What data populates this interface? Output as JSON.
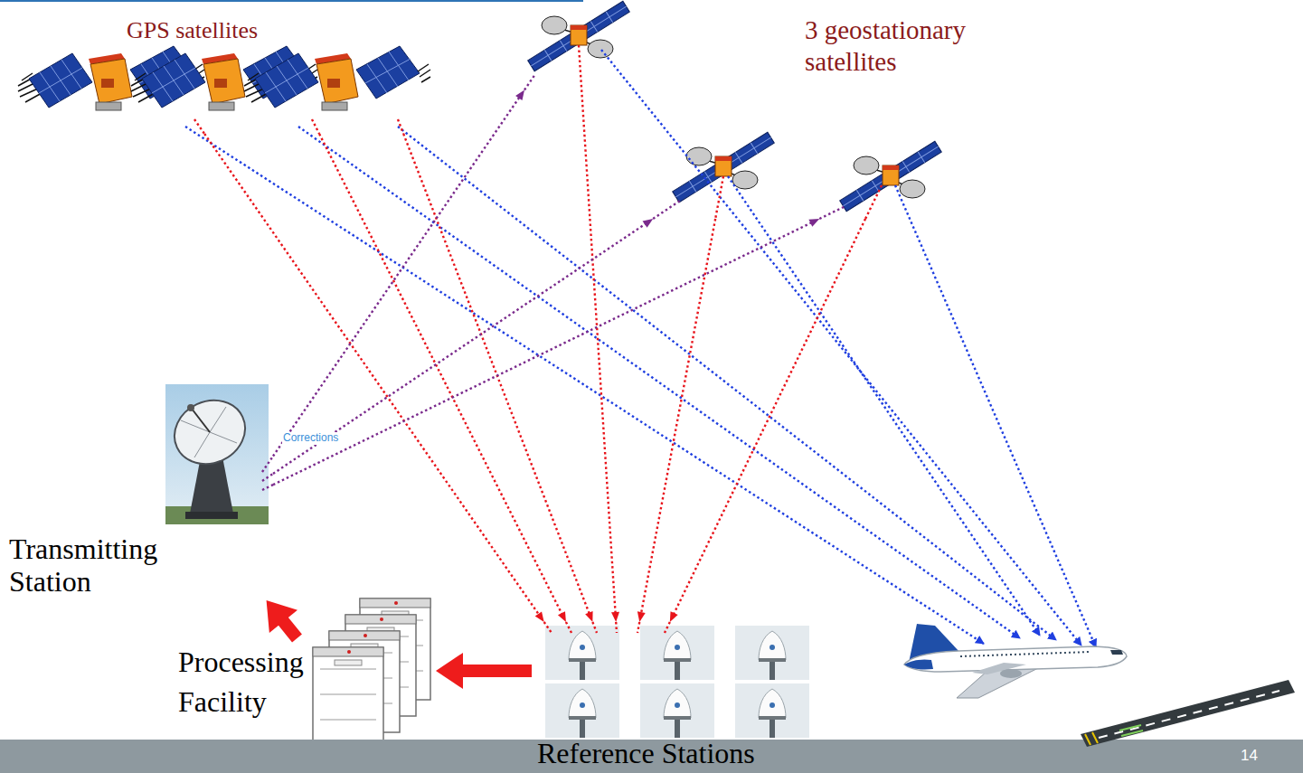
{
  "diagram": {
    "nodes": [
      {
        "text": [
          "GPS satellites"
        ]
      },
      {
        "text": [
          "3 geostationary satellites"
        ]
      },
      {
        "text": [
          "Transmitting Station"
        ]
      },
      {
        "text": [
          "Processing Facility"
        ]
      },
      {
        "text": [
          "Reference Stations"
        ]
      }
    ],
    "edges": [
      {
        "from": 0,
        "to": 4,
        "arrow": "to"
      },
      {
        "from": 0,
        "to": 4,
        "arrow": "to"
      },
      {
        "from": 0,
        "to": 4,
        "arrow": "to"
      },
      {
        "from": 1,
        "to": 4,
        "arrow": "to"
      },
      {
        "from": 1,
        "to": 4,
        "arrow": "to"
      },
      {
        "from": 1,
        "to": 4,
        "arrow": "to"
      },
      {
        "from": 2,
        "to": 1,
        "arrow": "to"
      },
      {
        "from": 2,
        "to": 1,
        "arrow": "to"
      },
      {
        "from": 2,
        "to": 1,
        "arrow": "to"
      },
      {
        "from": 4,
        "to": 3,
        "arrow": "to"
      },
      {
        "from": 3,
        "to": 2,
        "arrow": "to"
      }
    ],
    "labels": [
      "Corrections",
      "14"
    ]
  }
}
